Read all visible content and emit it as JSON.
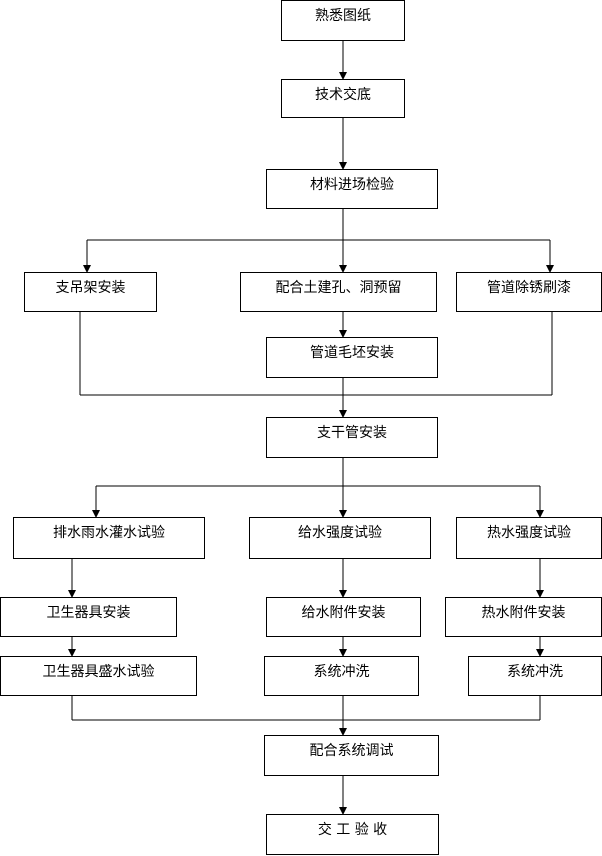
{
  "nodes": {
    "n1": "熟悉图纸",
    "n2": "技术交底",
    "n3": "材料进场检验",
    "n4": "支吊架安装",
    "n5": "配合土建孔、洞预留",
    "n6": "管道除锈刷漆",
    "n7": "管道毛坯安装",
    "n8": "支干管安装",
    "n9": "排水雨水灌水试验",
    "n10": "给水强度试验",
    "n11": "热水强度试验",
    "n12": "卫生器具安装",
    "n13": "给水附件安装",
    "n14": "热水附件安装",
    "n15": "卫生器具盛水试验",
    "n16": "系统冲洗",
    "n17": "系统冲洗",
    "n18": "配合系统调试",
    "n19": "交 工 验 收"
  },
  "edges": [
    [
      "n1",
      "n2"
    ],
    [
      "n2",
      "n3"
    ],
    [
      "n3",
      "n4"
    ],
    [
      "n3",
      "n5"
    ],
    [
      "n3",
      "n6"
    ],
    [
      "n5",
      "n7"
    ],
    [
      "n4",
      "n8"
    ],
    [
      "n6",
      "n8"
    ],
    [
      "n7",
      "n8"
    ],
    [
      "n8",
      "n9"
    ],
    [
      "n8",
      "n10"
    ],
    [
      "n8",
      "n11"
    ],
    [
      "n9",
      "n12"
    ],
    [
      "n12",
      "n15"
    ],
    [
      "n10",
      "n13"
    ],
    [
      "n13",
      "n16"
    ],
    [
      "n11",
      "n14"
    ],
    [
      "n14",
      "n17"
    ],
    [
      "n15",
      "n18"
    ],
    [
      "n16",
      "n18"
    ],
    [
      "n17",
      "n18"
    ],
    [
      "n18",
      "n19"
    ]
  ]
}
